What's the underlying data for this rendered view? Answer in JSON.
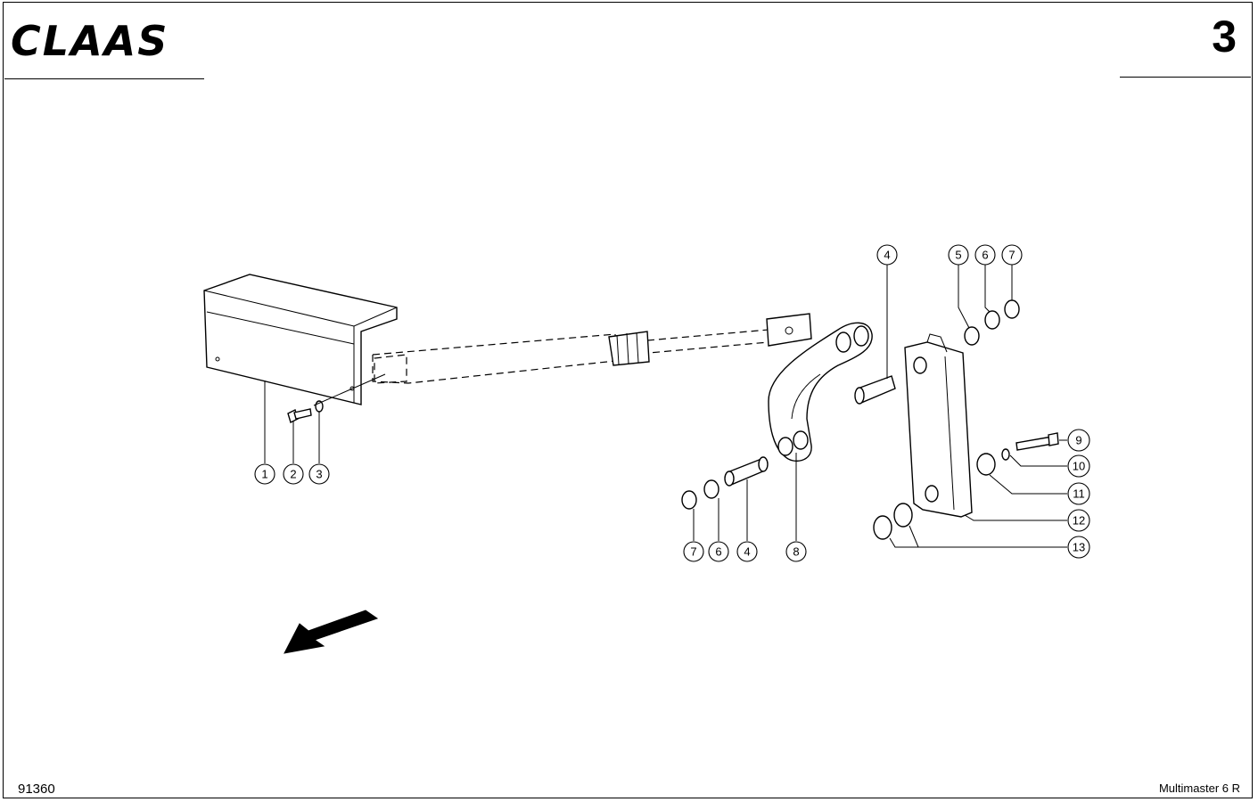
{
  "header": {
    "brand": "CLAAS",
    "page_number": "3"
  },
  "footer": {
    "document_number": "91360",
    "model": "Multimaster 6 R"
  },
  "callouts": [
    {
      "id": "c1",
      "label": "1"
    },
    {
      "id": "c2",
      "label": "2"
    },
    {
      "id": "c3",
      "label": "3"
    },
    {
      "id": "c4a",
      "label": "4"
    },
    {
      "id": "c5",
      "label": "5"
    },
    {
      "id": "c6a",
      "label": "6"
    },
    {
      "id": "c7a",
      "label": "7"
    },
    {
      "id": "c7b",
      "label": "7"
    },
    {
      "id": "c6b",
      "label": "6"
    },
    {
      "id": "c4b",
      "label": "4"
    },
    {
      "id": "c8",
      "label": "8"
    },
    {
      "id": "c9",
      "label": "9"
    },
    {
      "id": "c10",
      "label": "10"
    },
    {
      "id": "c11",
      "label": "11"
    },
    {
      "id": "c12",
      "label": "12"
    },
    {
      "id": "c13",
      "label": "13"
    }
  ],
  "icons": {
    "direction": "direction-arrow-icon"
  }
}
